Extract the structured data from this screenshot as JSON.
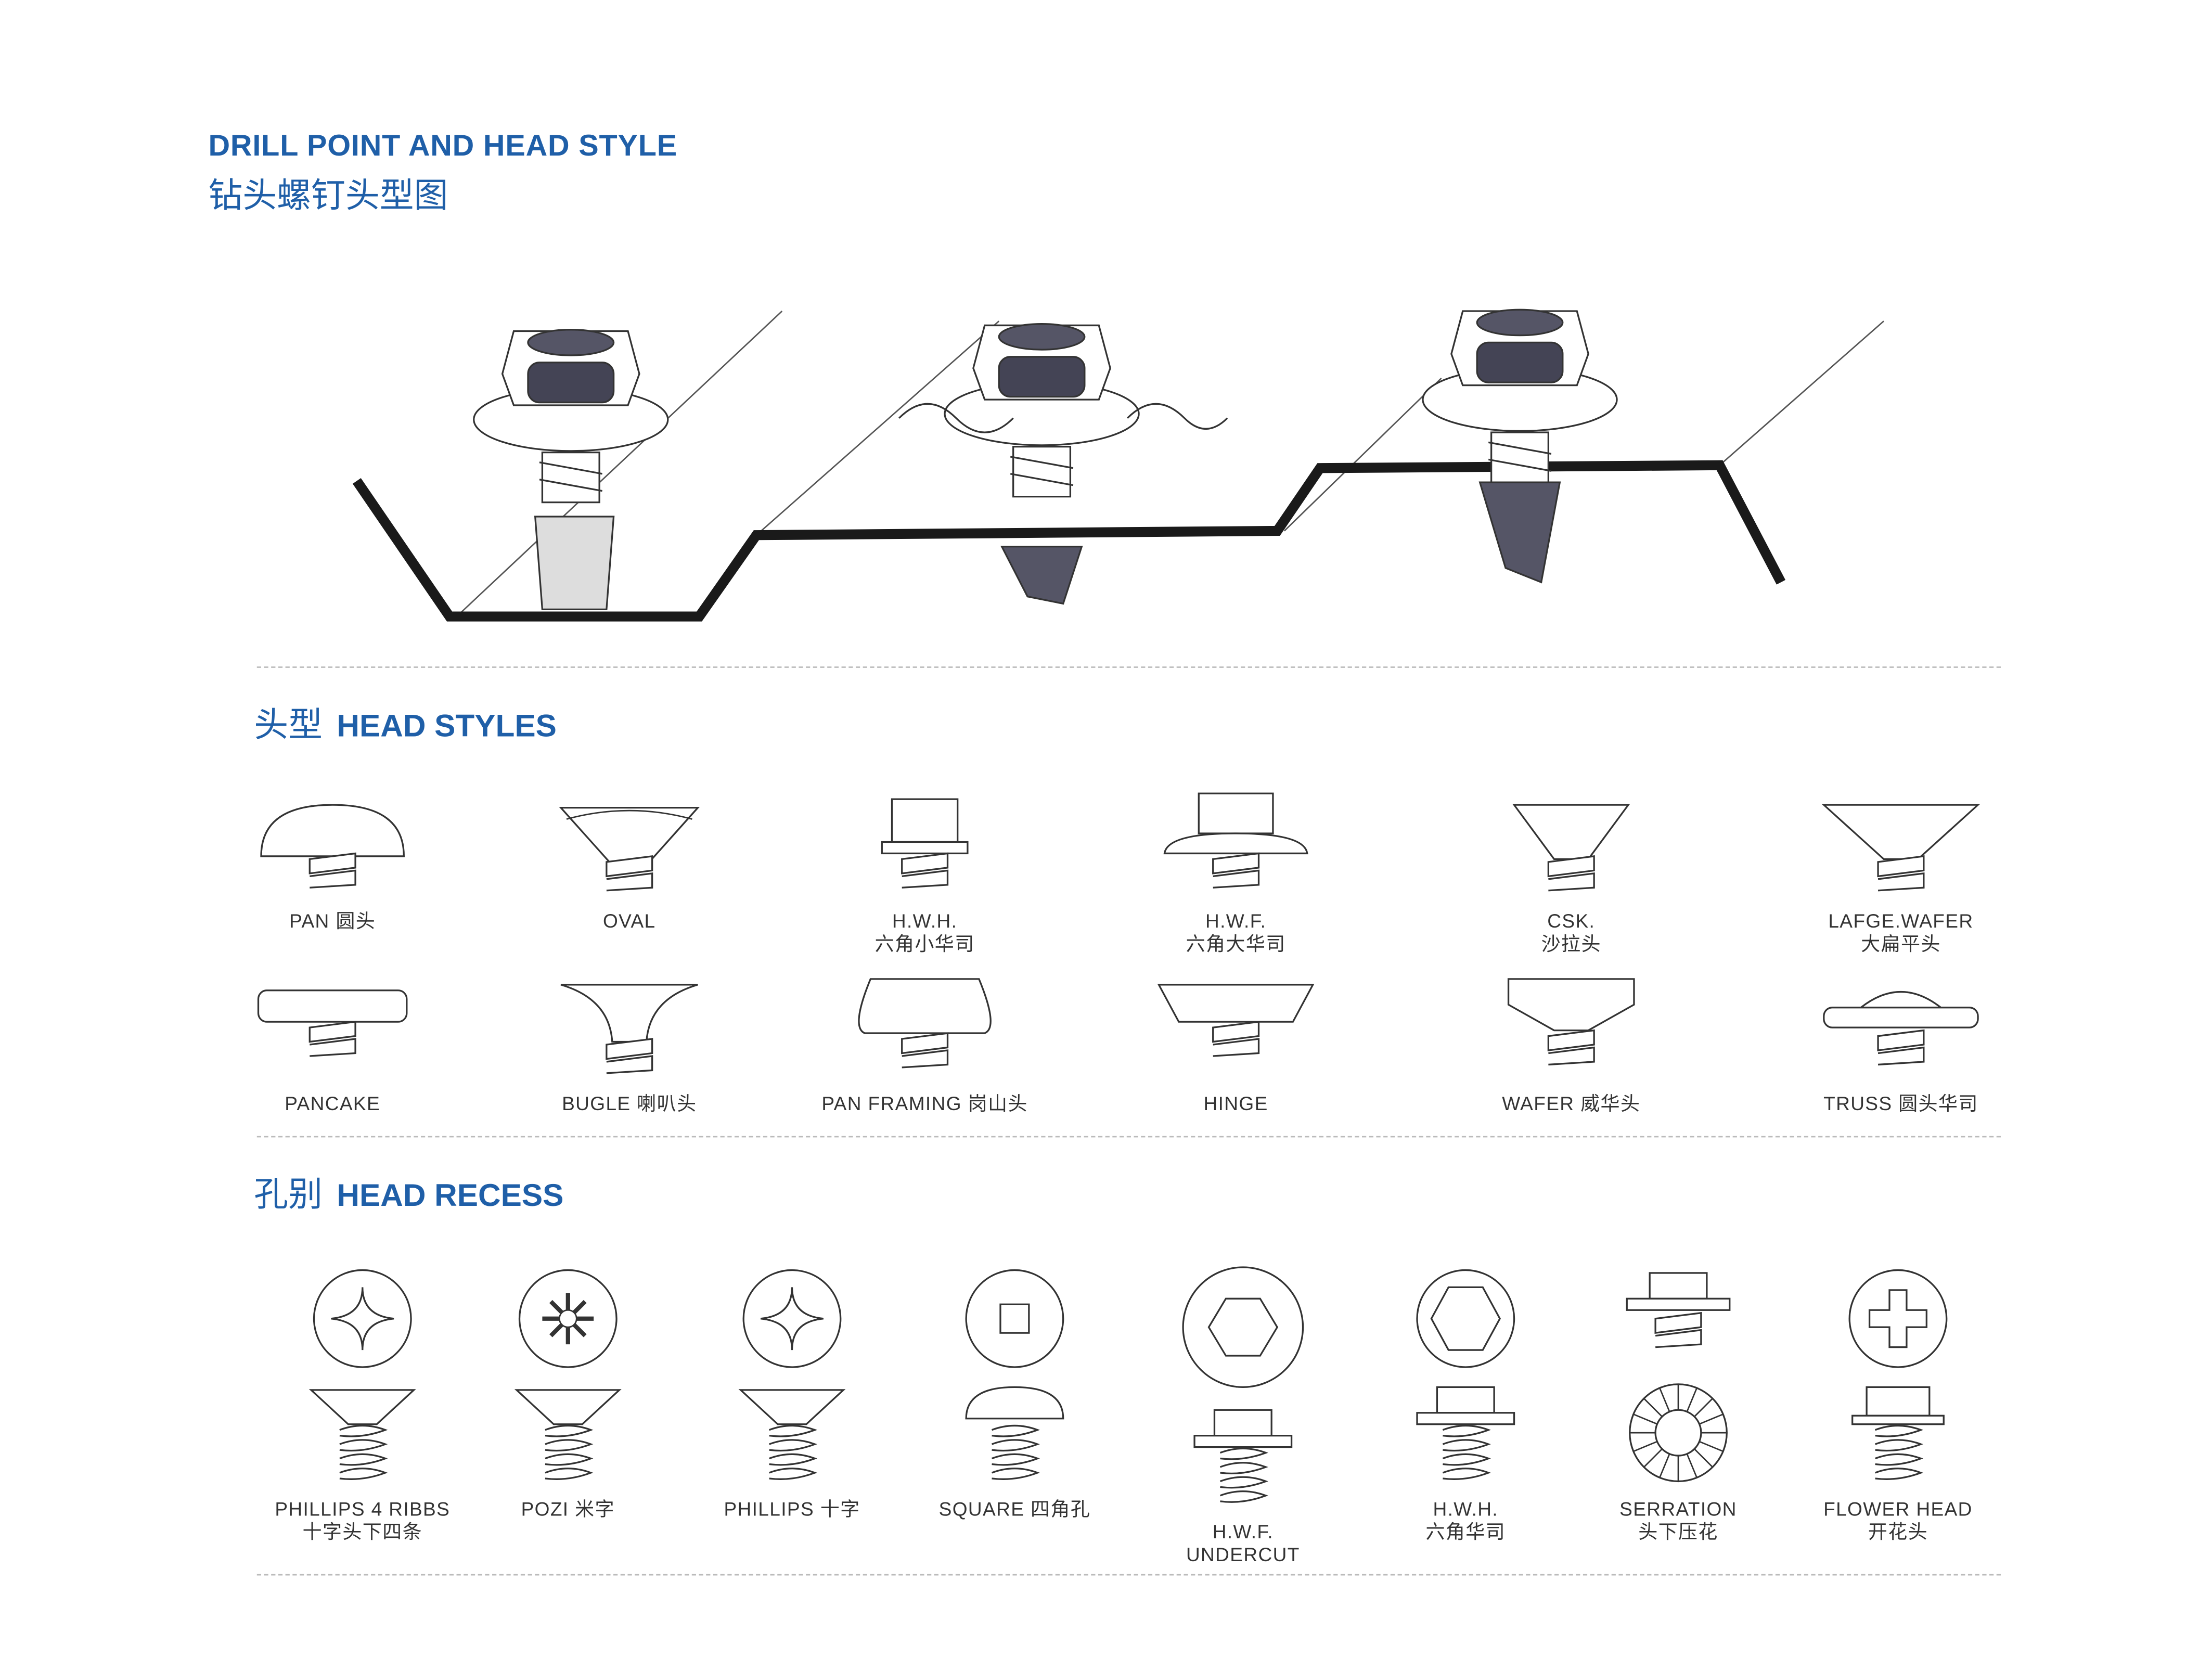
{
  "header": {
    "title_en": "DRILL POINT AND HEAD STYLE",
    "title_cn": "钻头螺钉头型图"
  },
  "colors": {
    "accent": "#1f5fa8",
    "line": "#333333",
    "profile": "#1a1a1a"
  },
  "head_styles": {
    "title_cn": "头型",
    "title_en": "HEAD STYLES",
    "items": [
      {
        "label": "PAN 圆头",
        "label2": "",
        "icon": "pan-head-icon"
      },
      {
        "label": "OVAL",
        "label2": "",
        "icon": "oval-head-icon"
      },
      {
        "label": "H.W.H.",
        "label2": "六角小华司",
        "icon": "hex-washer-head-icon"
      },
      {
        "label": "H.W.F.",
        "label2": "六角大华司",
        "icon": "hex-washer-flange-icon"
      },
      {
        "label": "CSK.",
        "label2": "沙拉头",
        "icon": "countersunk-head-icon"
      },
      {
        "label": "LAFGE.WAFER",
        "label2": "大扁平头",
        "icon": "large-wafer-head-icon"
      },
      {
        "label": "PANCAKE",
        "label2": "",
        "icon": "pancake-head-icon"
      },
      {
        "label": "BUGLE 喇叭头",
        "label2": "",
        "icon": "bugle-head-icon"
      },
      {
        "label": "PAN FRAMING 岗山头",
        "label2": "",
        "icon": "pan-framing-head-icon"
      },
      {
        "label": "HINGE",
        "label2": "",
        "icon": "hinge-head-icon"
      },
      {
        "label": "WAFER 威华头",
        "label2": "",
        "icon": "wafer-head-icon"
      },
      {
        "label": "TRUSS 圆头华司",
        "label2": "",
        "icon": "truss-head-icon"
      }
    ]
  },
  "head_recess": {
    "title_cn": "孔别",
    "title_en": "HEAD RECESS",
    "items": [
      {
        "label": "PHILLIPS 4 RIBBS",
        "label2": "十字头下四条",
        "icon": "phillips-4-ribs-icon"
      },
      {
        "label": "POZI 米字",
        "label2": "",
        "icon": "pozi-recess-icon"
      },
      {
        "label": "PHILLIPS 十字",
        "label2": "",
        "icon": "phillips-recess-icon"
      },
      {
        "label": "SQUARE 四角孔",
        "label2": "",
        "icon": "square-recess-icon"
      },
      {
        "label": "H.W.F.",
        "label2": "UNDERCUT",
        "icon": "hex-undercut-icon"
      },
      {
        "label": "H.W.H.",
        "label2": "六角华司",
        "icon": "hex-washer-recess-icon"
      },
      {
        "label": "SERRATION",
        "label2": "头下压花",
        "icon": "serration-icon"
      },
      {
        "label": "FLOWER HEAD",
        "label2": "开花头",
        "icon": "flower-head-icon"
      }
    ]
  }
}
